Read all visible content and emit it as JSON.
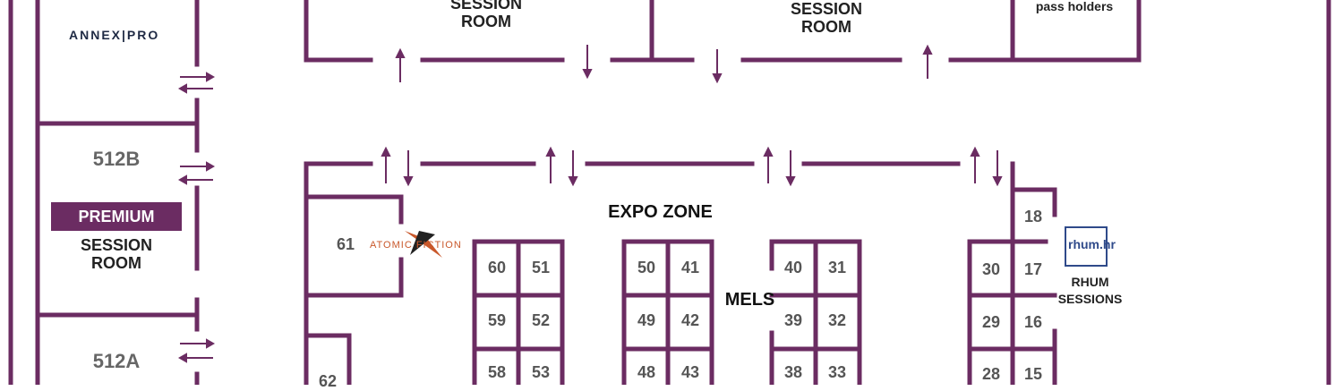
{
  "colors": {
    "wall": "#6b2c62",
    "label": "#555555",
    "logo_blue": "#2f4a8a",
    "logo_orange": "#c9582b"
  },
  "rooms": {
    "session_top_left": "SESSION\nROOM",
    "session_top_center": "SESSION\nROOM",
    "pass_holders": "pass holders",
    "room_512b": "512B",
    "room_512a": "512A",
    "premium_badge": "PREMIUM",
    "premium_session": "SESSION\nROOM",
    "expo_zone": "EXPO ZONE",
    "mels": "MELS",
    "rhum_sessions": "RHUM\nSESSIONS"
  },
  "logos": {
    "annex_pro": "ANNEX|PRO",
    "atomic_fiction": "ATOMIC FICTION",
    "rhum_hr": "rhum.hr"
  },
  "booths": {
    "b61": "61",
    "b62": "62",
    "b60": "60",
    "b51": "51",
    "b59": "59",
    "b52": "52",
    "b58": "58",
    "b53": "53",
    "b50": "50",
    "b41": "41",
    "b49": "49",
    "b42": "42",
    "b48": "48",
    "b43": "43",
    "b40": "40",
    "b31": "31",
    "b39": "39",
    "b32": "32",
    "b38": "38",
    "b33": "33",
    "b30": "30",
    "b17": "17",
    "b29": "29",
    "b16": "16",
    "b28": "28",
    "b15": "15",
    "b18": "18"
  }
}
